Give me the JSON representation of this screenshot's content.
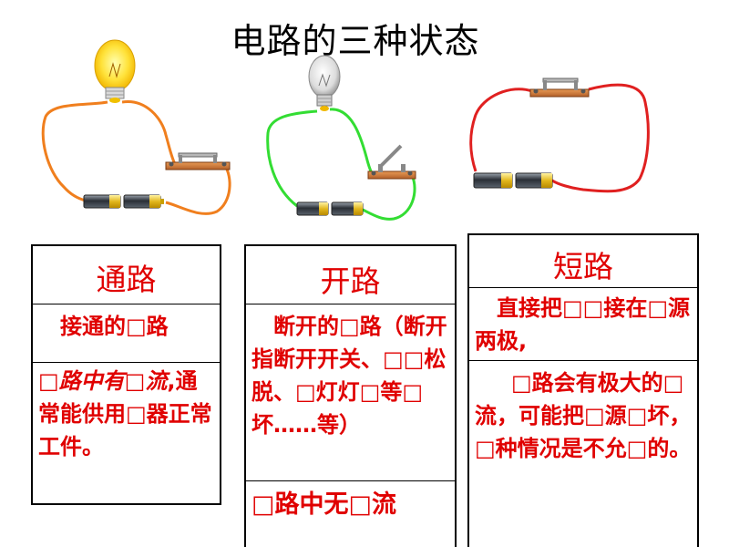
{
  "page": {
    "title": "电路的三种状态"
  },
  "colors": {
    "closed_wire": "#f07f1e",
    "open_wire": "#33dd33",
    "short_wire": "#e02020",
    "text_red": "#e00000"
  },
  "panels": {
    "closed": {
      "heading": "通路",
      "definition": "接通的□路",
      "desc_italic": "□路中有□流",
      "desc_rest": ",通常能供用□器正常工件。"
    },
    "open": {
      "heading": "开路",
      "definition": "断开的□路（断开指断开开关、□□松脱、□灯灯□等□坏……等）",
      "description": "□路中无□流"
    },
    "short": {
      "heading": "短路",
      "definition": "直接把□□接在□源两极,",
      "description": "□路会有极大的□流，可能把□源□坏，□种情况是不允□的。"
    }
  }
}
